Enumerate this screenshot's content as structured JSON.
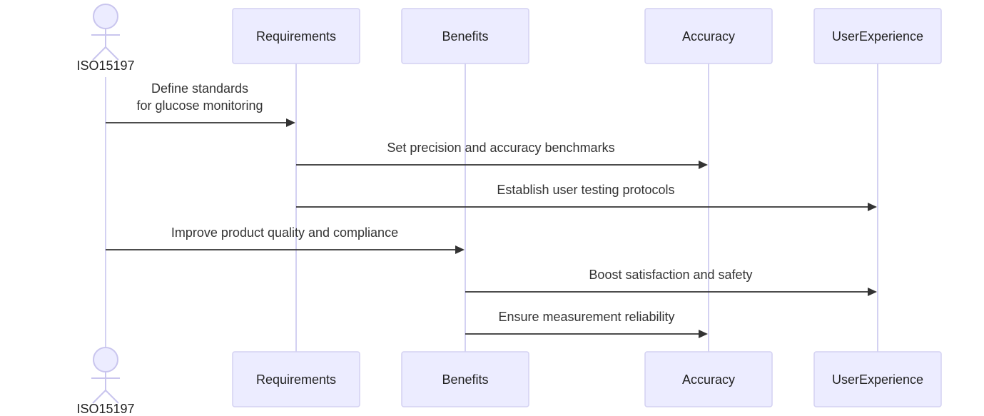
{
  "actor": {
    "name": "ISO15197"
  },
  "participants": [
    {
      "id": "requirements",
      "label": "Requirements"
    },
    {
      "id": "benefits",
      "label": "Benefits"
    },
    {
      "id": "accuracy",
      "label": "Accuracy"
    },
    {
      "id": "userexperience",
      "label": "UserExperience"
    }
  ],
  "messages": [
    {
      "from": "actor",
      "to": "requirements",
      "lines": [
        "Define standards",
        "for glucose monitoring"
      ]
    },
    {
      "from": "requirements",
      "to": "accuracy",
      "lines": [
        "Set precision and accuracy benchmarks"
      ]
    },
    {
      "from": "requirements",
      "to": "userexperience",
      "lines": [
        "Establish user testing protocols"
      ]
    },
    {
      "from": "actor",
      "to": "benefits",
      "lines": [
        "Improve product quality and compliance"
      ]
    },
    {
      "from": "benefits",
      "to": "userexperience",
      "lines": [
        "Boost satisfaction and safety"
      ]
    },
    {
      "from": "benefits",
      "to": "accuracy",
      "lines": [
        "Ensure measurement reliability"
      ]
    }
  ]
}
